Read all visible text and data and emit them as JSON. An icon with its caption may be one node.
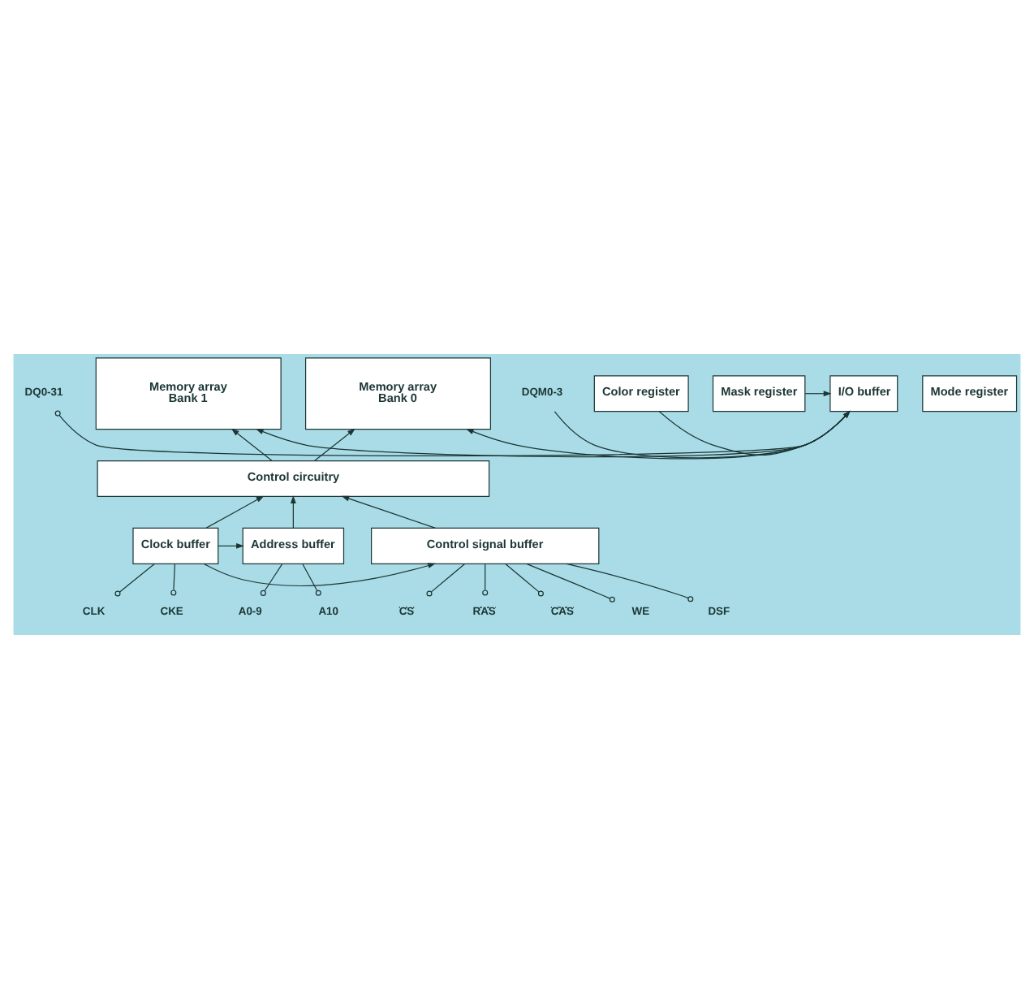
{
  "diagram": {
    "nodes": [
      {
        "text": [
          "DQ0-31"
        ]
      },
      {
        "text": [
          "DQM0-3"
        ]
      },
      {
        "text": [
          "I/O buffer"
        ]
      },
      {
        "text": [
          "Color register"
        ]
      },
      {
        "text": [
          "Mask register"
        ]
      },
      {
        "text": [
          "Memory array",
          "Bank 0"
        ]
      },
      {
        "text": [
          "Memory array",
          "Bank 1"
        ]
      },
      {
        "text": [
          "Mode register"
        ]
      },
      {
        "text": [
          "Control circuitry"
        ]
      },
      {
        "text": [
          "Address buffer"
        ]
      },
      {
        "text": [
          "Control signal buffer"
        ]
      },
      {
        "text": [
          "Clock buffer"
        ]
      },
      {
        "text": [
          "A0-9"
        ]
      },
      {
        "text": [
          "A10"
        ]
      },
      {
        "text": [
          "CLK"
        ]
      },
      {
        "text": [
          "CKE"
        ]
      },
      {
        "text": [
          "CS"
        ]
      },
      {
        "text": [
          "RAS"
        ]
      },
      {
        "text": [
          "CAS"
        ]
      },
      {
        "text": [
          "WE"
        ]
      },
      {
        "text": [
          "DSF"
        ]
      }
    ],
    "edges": [
      {
        "from": 0,
        "to": 2,
        "arrow": "other"
      },
      {
        "from": 1,
        "to": 2,
        "arrow": "to"
      },
      {
        "from": 3,
        "to": 2,
        "arrow": "to"
      },
      {
        "from": 4,
        "to": 2,
        "arrow": "to"
      },
      {
        "from": 2,
        "to": 5,
        "arrow": "to"
      },
      {
        "from": 2,
        "to": 6,
        "arrow": "to"
      },
      {
        "from": 8,
        "to": 5,
        "arrow": "to"
      },
      {
        "from": 8,
        "to": 6,
        "arrow": "to"
      },
      {
        "from": 9,
        "to": 8,
        "arrow": "to"
      },
      {
        "from": 11,
        "to": 8,
        "arrow": "to"
      },
      {
        "from": 11,
        "to": 9,
        "arrow": "to"
      },
      {
        "from": 11,
        "to": 10,
        "arrow": "to"
      },
      {
        "from": 10,
        "to": 8,
        "arrow": "to"
      },
      {
        "from": 12,
        "to": 9,
        "arrow": "other"
      },
      {
        "from": 13,
        "to": 9,
        "arrow": "other"
      },
      {
        "from": 14,
        "to": 11,
        "arrow": "other"
      },
      {
        "from": 15,
        "to": 11,
        "arrow": "other"
      },
      {
        "from": 16,
        "to": 10,
        "arrow": "other"
      },
      {
        "from": 17,
        "to": 10,
        "arrow": "other"
      },
      {
        "from": 18,
        "to": 10,
        "arrow": "other"
      },
      {
        "from": 19,
        "to": 10,
        "arrow": "other"
      },
      {
        "from": 20,
        "to": 10,
        "arrow": "other"
      }
    ]
  }
}
